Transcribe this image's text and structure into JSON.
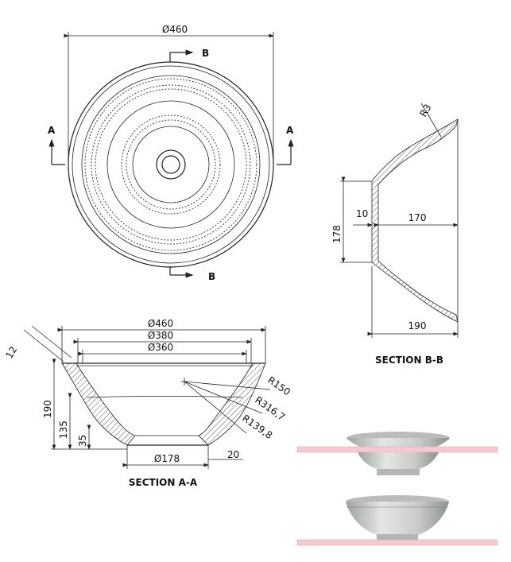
{
  "plan_view": {
    "diameter": "Ø460",
    "section_a": "A",
    "section_b": "B"
  },
  "section_bb": {
    "title": "SECTION B-B",
    "radius": "R3",
    "thickness": "10",
    "depth": "170",
    "height": "178",
    "base": "190"
  },
  "section_aa": {
    "title": "SECTION A-A",
    "d_outer": "Ø460",
    "d_mid": "Ø380",
    "d_inner": "Ø360",
    "rim": "12",
    "r150": "R150",
    "r316": "R316,7",
    "r139": "R139,8",
    "h190": "190",
    "h135": "135",
    "h35": "35",
    "d_foot": "Ø178",
    "foot": "20"
  },
  "colors": {
    "countertop": "#f4c9cf",
    "basin": "#d8dad8"
  }
}
